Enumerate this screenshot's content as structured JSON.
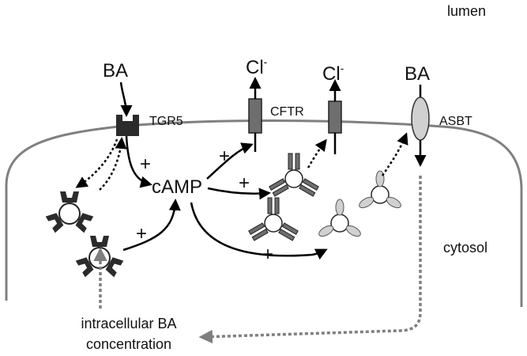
{
  "labels": {
    "lumen": "lumen",
    "cytosol": "cytosol",
    "ba_top": "BA",
    "ba_right": "BA",
    "tgr5": "TGR5",
    "cftr": "CFTR",
    "asbt": "ASBT",
    "camp": "cAMP",
    "cl_left": "Cl",
    "cl_right": "Cl",
    "cl_charge": "-",
    "intracellular_line1": "intracellular BA",
    "intracellular_line2": "concentration",
    "plus": "+"
  },
  "colors": {
    "membrane": "#808080",
    "tgr5_fill": "#2b2b2b",
    "cftr_fill": "#6e6e6e",
    "asbt_fill": "#d0d0d0",
    "arrow": "#000000",
    "dotted_gray": "#7f7f7f"
  }
}
